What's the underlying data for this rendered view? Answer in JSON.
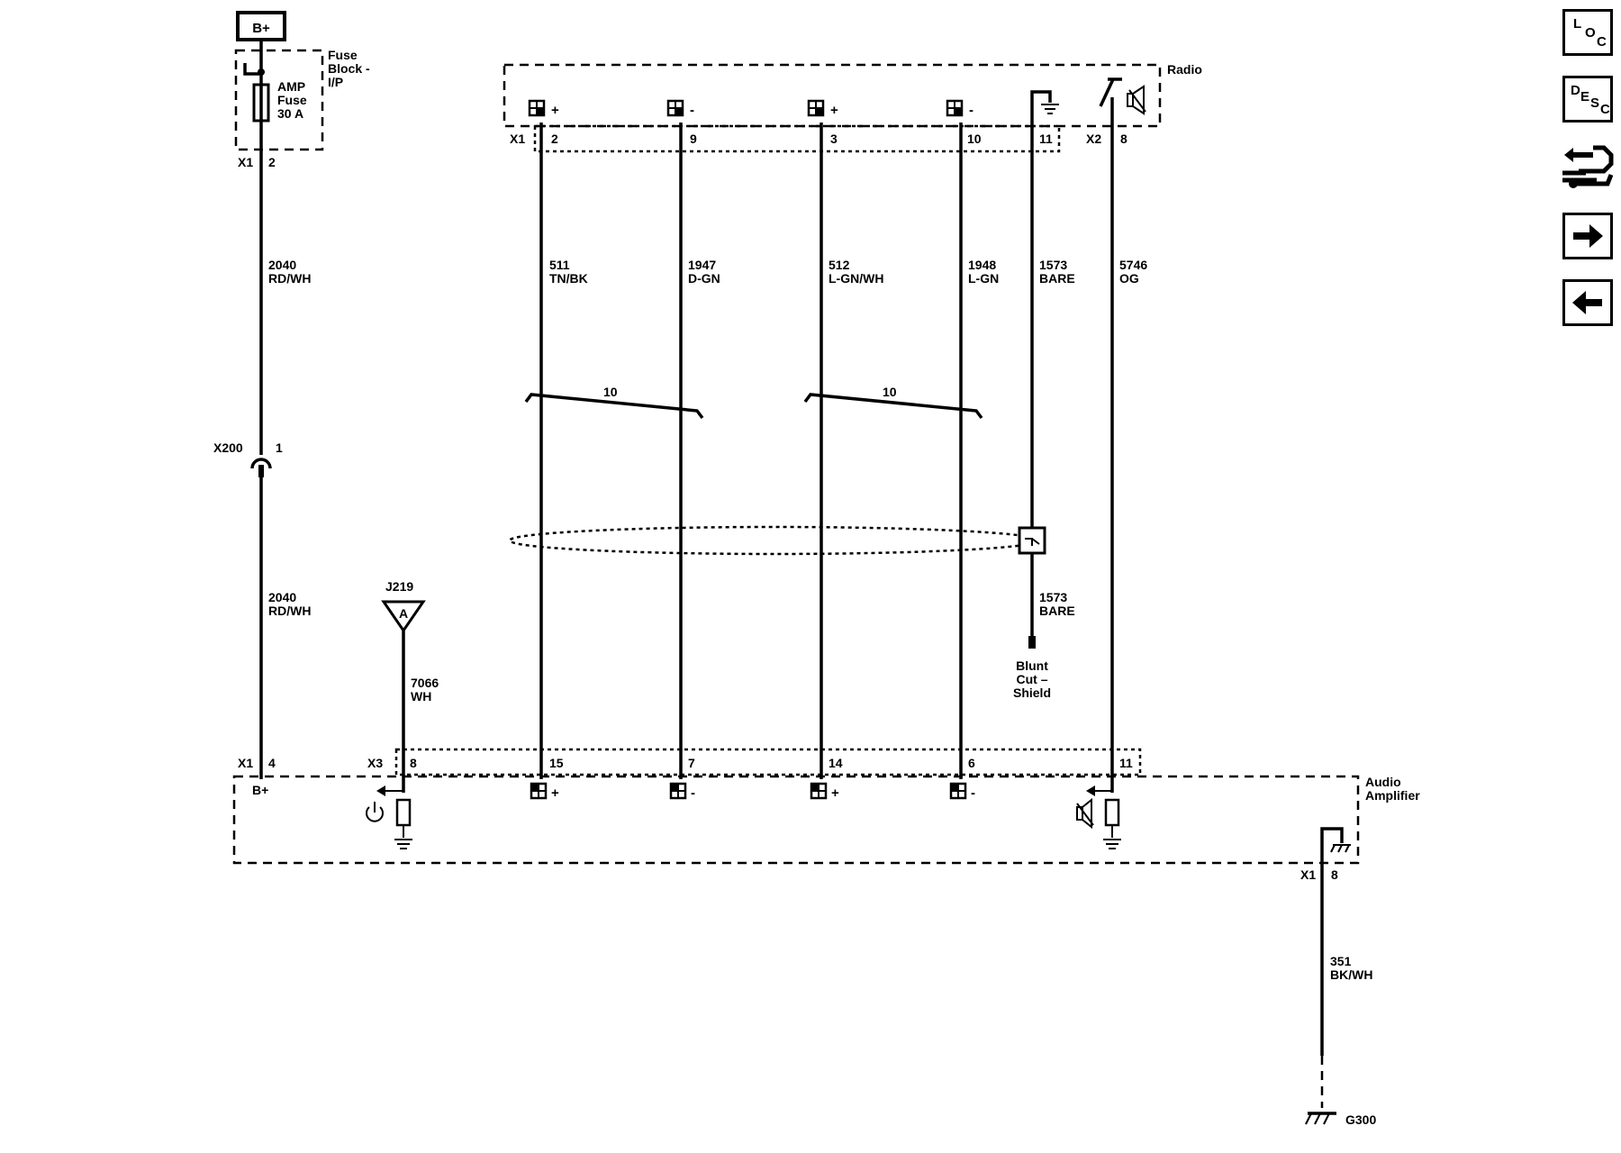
{
  "power": {
    "battery": "B+"
  },
  "fuse_block": {
    "title_line1": "Fuse",
    "title_line2": "Block -",
    "title_line3": "I/P",
    "fuse_line1": "AMP",
    "fuse_line2": "Fuse",
    "fuse_line3": "30 A",
    "conn": "X1",
    "pin": "2"
  },
  "wire_b_top": {
    "circuit": "2040",
    "color": "RD/WH"
  },
  "inline_conn": {
    "name": "X200",
    "pin": "1"
  },
  "wire_b_bot": {
    "circuit": "2040",
    "color": "RD/WH"
  },
  "radio": {
    "title": "Radio",
    "conn_x1": "X1",
    "conn_x2": "X2",
    "pins": {
      "p2": "2",
      "p9": "9",
      "p3": "3",
      "p10": "10",
      "p11": "11",
      "p8": "8"
    },
    "pol": {
      "plus": "+",
      "minus": "-"
    }
  },
  "wires": {
    "w511": {
      "circuit": "511",
      "color": "TN/BK"
    },
    "w1947": {
      "circuit": "1947",
      "color": "D-GN"
    },
    "w512": {
      "circuit": "512",
      "color": "L-GN/WH"
    },
    "w1948": {
      "circuit": "1948",
      "color": "L-GN"
    },
    "w1573": {
      "circuit": "1573",
      "color": "BARE"
    },
    "w5746": {
      "circuit": "5746",
      "color": "OG"
    },
    "w1573b": {
      "circuit": "1573",
      "color": "BARE"
    },
    "w7066": {
      "circuit": "7066",
      "color": "WH"
    },
    "w351": {
      "circuit": "351",
      "color": "BK/WH"
    }
  },
  "twist": {
    "left": "10",
    "right": "10"
  },
  "shield_end": {
    "line1": "Blunt",
    "line2": "Cut –",
    "line3": "Shield"
  },
  "splice": {
    "name": "J219",
    "letter": "A"
  },
  "amplifier": {
    "title_line1": "Audio",
    "title_line2": "Amplifier",
    "conn_x1": "X1",
    "conn_x3": "X3",
    "bplus": "B+",
    "pins": {
      "p4": "4",
      "p8a": "8",
      "p15": "15",
      "p7": "7",
      "p14": "14",
      "p6": "6",
      "p11": "11",
      "p8g": "8"
    }
  },
  "ground": {
    "name": "G300"
  },
  "nav": {
    "loc": [
      "L",
      "O",
      "C"
    ],
    "desc": [
      "D",
      "E",
      "S",
      "C"
    ]
  }
}
